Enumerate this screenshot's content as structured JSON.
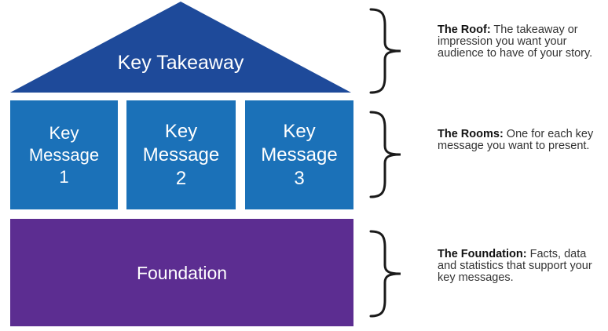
{
  "diagram": {
    "roof": {
      "label": "Key Takeaway"
    },
    "rooms": [
      {
        "line1": "Key",
        "line2": "Message",
        "line3": "1"
      },
      {
        "line1": "Key",
        "line2": "Message",
        "line3": "2"
      },
      {
        "line1": "Key",
        "line2": "Message",
        "line3": "3"
      }
    ],
    "foundation": {
      "label": "Foundation"
    }
  },
  "legend": {
    "roof": {
      "title": "The Roof:",
      "text": " The takeaway or impression you want your audience to have of your story."
    },
    "rooms": {
      "title": "The Rooms:",
      "text": " One for each key message you want to present."
    },
    "foundation": {
      "title": "The Foundation:",
      "text": " Facts, data and statistics that support your key messages."
    }
  },
  "colors": {
    "roof": "#1e4a9a",
    "rooms": "#1b71b8",
    "foundation": "#5c2d91",
    "brace": "#1a1a1a"
  }
}
